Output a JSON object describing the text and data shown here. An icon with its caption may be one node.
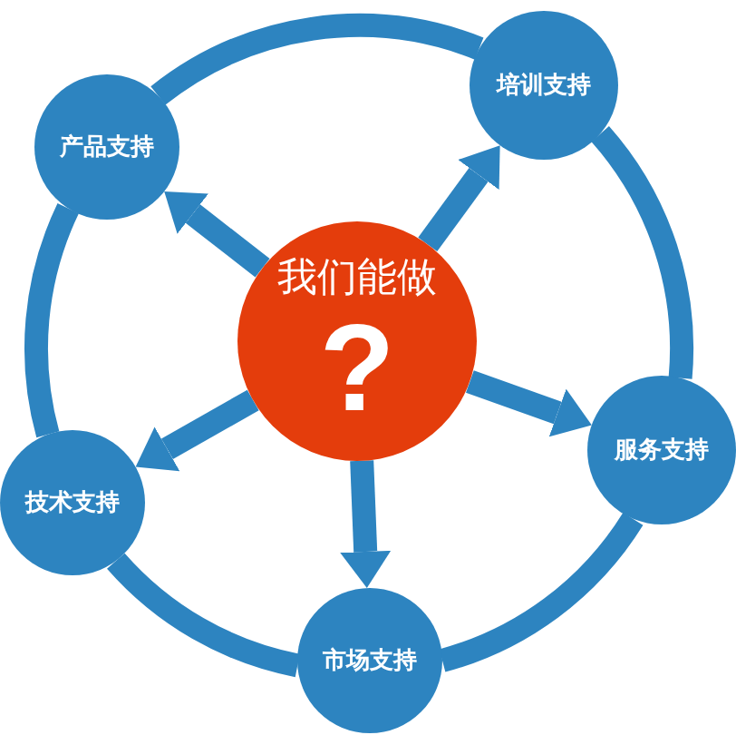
{
  "diagram": {
    "nodes": [
      {
        "text": [
          "我们能做",
          "?"
        ]
      },
      {
        "text": [
          "产品支持"
        ]
      },
      {
        "text": [
          "培训支持"
        ]
      },
      {
        "text": [
          "服务支持"
        ]
      },
      {
        "text": [
          "市场支持"
        ]
      },
      {
        "text": [
          "技术支持"
        ]
      }
    ],
    "edges": [
      {
        "from": 0,
        "to": 1,
        "arrow": "to"
      },
      {
        "from": 0,
        "to": 2,
        "arrow": "to"
      },
      {
        "from": 0,
        "to": 3,
        "arrow": "to"
      },
      {
        "from": 0,
        "to": 4,
        "arrow": "to"
      },
      {
        "from": 0,
        "to": 5,
        "arrow": "to"
      },
      {
        "from": 1,
        "to": 2,
        "arrow": "none"
      },
      {
        "from": 2,
        "to": 3,
        "arrow": "none"
      },
      {
        "from": 3,
        "to": 4,
        "arrow": "none"
      },
      {
        "from": 4,
        "to": 5,
        "arrow": "none"
      },
      {
        "from": 5,
        "to": 1,
        "arrow": "none"
      }
    ]
  }
}
